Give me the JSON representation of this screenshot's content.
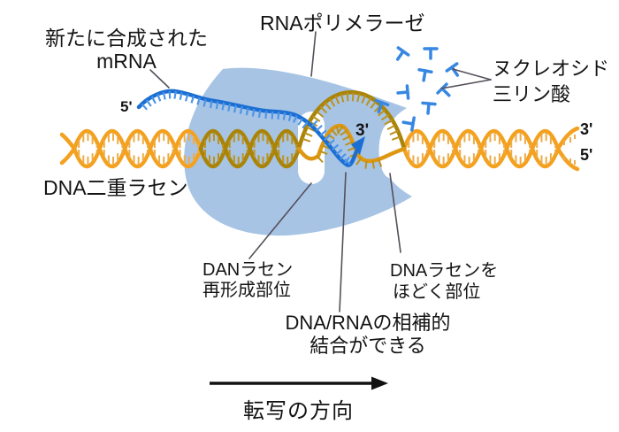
{
  "figure": {
    "type": "transcription-diagram",
    "labels": {
      "new_mrna": {
        "line1": "新たに合成された",
        "line2": "mRNA"
      },
      "rna_polymerase": "RNAポリメラーゼ",
      "nucleoside": {
        "line1": "ヌクレオシド",
        "line2": "三リン酸"
      },
      "dna_double_helix": "DNA二重ラセン",
      "helix_reform": {
        "line1": "DANラセン",
        "line2": "再形成部位"
      },
      "helix_unwind": {
        "line1": "DNAラセンを",
        "line2": "ほどく部位"
      },
      "pairing": {
        "line1": "DNA/RNAの相補的",
        "line2": "結合ができる"
      },
      "direction": "転写の方向",
      "mrna_five_prime": "5'",
      "rna_three_prime": "3'",
      "dna_three_prime": "3'",
      "dna_five_prime": "5'"
    },
    "colors": {
      "background": "#FFFFFF",
      "text": "#141414",
      "polymerase_body": "#A7C4E5",
      "mrna_strand": "#1B6FD3",
      "mrna_tick": "#4E95E8",
      "nucleotide": "#3787E3",
      "helix_orange": "#F3A11F",
      "helix_tick": "#ECAC48",
      "helix_dark": "#A98408",
      "helix_dark_tick": "#BB921C",
      "helix_medium": "#DD9710",
      "leader_line": "#56505A",
      "arrow": "#121212"
    }
  }
}
